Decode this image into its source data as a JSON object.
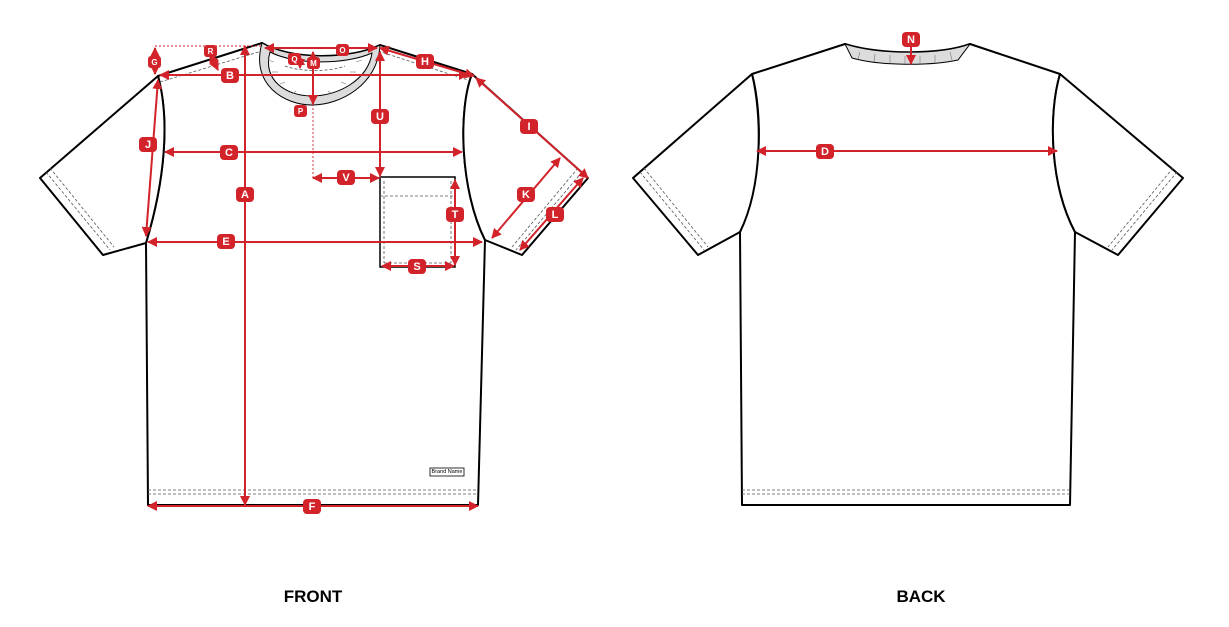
{
  "views": {
    "front_label": "FRONT",
    "back_label": "BACK"
  },
  "brand_tag": "Brand Name",
  "colors": {
    "measurement": "#d2232a",
    "outline": "#000000",
    "rib": "#dcdcdc"
  },
  "front_points": [
    "A",
    "B",
    "C",
    "E",
    "F",
    "G",
    "H",
    "I",
    "J",
    "K",
    "L",
    "M",
    "O",
    "P",
    "Q",
    "R",
    "S",
    "T",
    "U",
    "V"
  ],
  "back_points": [
    "D",
    "N"
  ]
}
